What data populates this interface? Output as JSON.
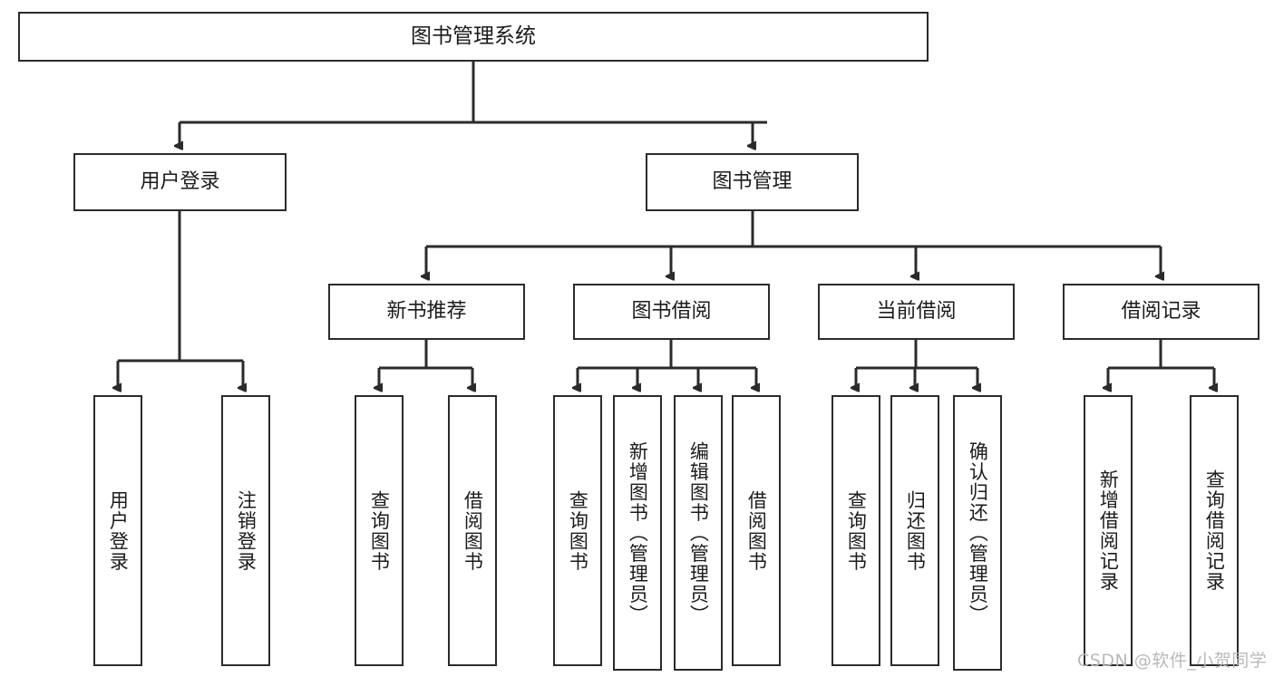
{
  "diagram": {
    "title": "图书管理系统",
    "type": "tree",
    "colors": {
      "box_border": "#2b2b2b",
      "box_fill": "#ffffff",
      "edge": "#2b2b2b",
      "text": "#1b1b1b",
      "watermark": "#b9b9b9",
      "background": "#ffffff"
    },
    "nodes": {
      "root": {
        "label": "图书管理系统"
      },
      "level1": [
        {
          "id": "user-login",
          "label": "用户登录"
        },
        {
          "id": "book-manage",
          "label": "图书管理"
        }
      ],
      "level2": [
        {
          "id": "new-book-recommend",
          "label": "新书推荐",
          "parent": "book-manage"
        },
        {
          "id": "book-borrow",
          "label": "图书借阅",
          "parent": "book-manage"
        },
        {
          "id": "current-borrow",
          "label": "当前借阅",
          "parent": "book-manage"
        },
        {
          "id": "borrow-record",
          "label": "借阅记录",
          "parent": "book-manage"
        }
      ],
      "leaves": [
        {
          "id": "leaf-user-login",
          "label": "用户登录",
          "parent": "user-login"
        },
        {
          "id": "leaf-logout",
          "label": "注销登录",
          "parent": "user-login"
        },
        {
          "id": "leaf-query-book-1",
          "label": "查询图书",
          "parent": "new-book-recommend"
        },
        {
          "id": "leaf-borrow-book-1",
          "label": "借阅图书",
          "parent": "new-book-recommend"
        },
        {
          "id": "leaf-query-book-2",
          "label": "查询图书",
          "parent": "book-borrow"
        },
        {
          "id": "leaf-add-book",
          "label": "新增图书（管理员）",
          "parent": "book-borrow"
        },
        {
          "id": "leaf-edit-book",
          "label": "编辑图书（管理员）",
          "parent": "book-borrow"
        },
        {
          "id": "leaf-borrow-book-2",
          "label": "借阅图书",
          "parent": "book-borrow"
        },
        {
          "id": "leaf-query-book-3",
          "label": "查询图书",
          "parent": "current-borrow"
        },
        {
          "id": "leaf-return-book",
          "label": "归还图书",
          "parent": "current-borrow"
        },
        {
          "id": "leaf-confirm-return",
          "label": "确认归还（管理员）",
          "parent": "current-borrow"
        },
        {
          "id": "leaf-add-record",
          "label": "新增借阅记录",
          "parent": "borrow-record"
        },
        {
          "id": "leaf-query-record",
          "label": "查询借阅记录",
          "parent": "borrow-record"
        }
      ]
    },
    "watermark": "CSDN @软件_小贺同学"
  }
}
